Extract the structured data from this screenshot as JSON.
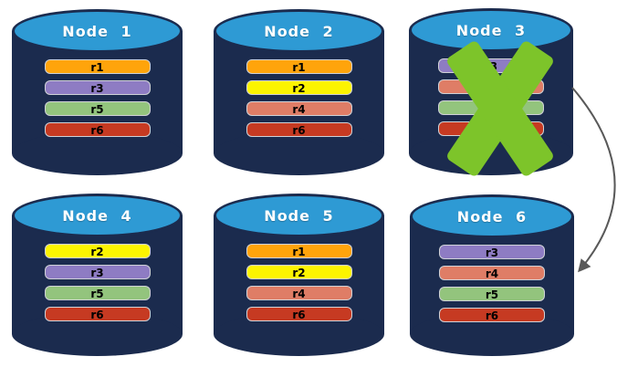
{
  "colors": {
    "cylinder_body": "#1B2B4E",
    "cylinder_top": "#2E9AD4",
    "x_mark": "#7DC42A",
    "arrow": "#595959",
    "replica_palette": {
      "r1": "#FFA40B",
      "r2": "#FCF400",
      "r3": "#8E7CC3",
      "r4": "#DF7D66",
      "r5": "#93C47D",
      "r6": "#C63A22"
    }
  },
  "nodes": [
    {
      "label": "Node 1",
      "replicas": [
        {
          "label": "r1",
          "color": "#FFA40B"
        },
        {
          "label": "r3",
          "color": "#8E7CC3"
        },
        {
          "label": "r5",
          "color": "#93C47D"
        },
        {
          "label": "r6",
          "color": "#C63A22"
        }
      ]
    },
    {
      "label": "Node 2",
      "replicas": [
        {
          "label": "r1",
          "color": "#FFA40B"
        },
        {
          "label": "r2",
          "color": "#FCF400"
        },
        {
          "label": "r4",
          "color": "#DF7D66"
        },
        {
          "label": "r6",
          "color": "#C63A22"
        }
      ]
    },
    {
      "label": "Node 3",
      "status": "failed",
      "replicas": [
        {
          "label": "r3",
          "color": "#8E7CC3"
        },
        {
          "label": "",
          "color": "#DF7D66"
        },
        {
          "label": "",
          "color": "#93C47D"
        },
        {
          "label": "",
          "color": "#C63A22"
        }
      ]
    },
    {
      "label": "Node 4",
      "replicas": [
        {
          "label": "r2",
          "color": "#FCF400"
        },
        {
          "label": "r3",
          "color": "#8E7CC3"
        },
        {
          "label": "r5",
          "color": "#93C47D"
        },
        {
          "label": "r6",
          "color": "#C63A22"
        }
      ]
    },
    {
      "label": "Node 5",
      "replicas": [
        {
          "label": "r1",
          "color": "#FFA40B"
        },
        {
          "label": "r2",
          "color": "#FCF400"
        },
        {
          "label": "r4",
          "color": "#DF7D66"
        },
        {
          "label": "r6",
          "color": "#C63A22"
        }
      ]
    },
    {
      "label": "Node 6",
      "replicas": [
        {
          "label": "r3",
          "color": "#8E7CC3"
        },
        {
          "label": "r4",
          "color": "#DF7D66"
        },
        {
          "label": "r5",
          "color": "#93C47D"
        },
        {
          "label": "r6",
          "color": "#C63A22"
        }
      ]
    }
  ],
  "relationships": {
    "failover_arrow": {
      "from": "Node 3",
      "to": "Node 6"
    }
  }
}
